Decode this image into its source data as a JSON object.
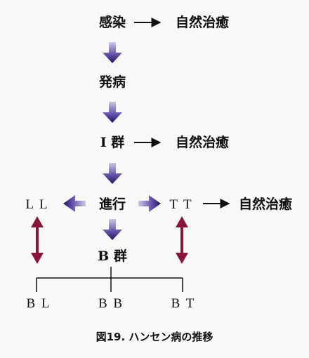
{
  "nodes": {
    "infection": "感染",
    "self_heal_1": "自然治癒",
    "onset": "発病",
    "group_i": "I 群",
    "self_heal_2": "自然治癒",
    "progression": "進行",
    "ll": "L L",
    "tt": "T T",
    "self_heal_3": "自然治癒",
    "group_b": "B 群",
    "bl": "B L",
    "bb": "B B",
    "bt": "B T"
  },
  "caption": "図19. ハンセン病の推移",
  "colors": {
    "progression_arrow_top": "#c8c2e6",
    "progression_arrow_bottom": "#2a1a6a",
    "shift_arrow": "#8b1538",
    "line": "#111111",
    "background": "#f8f8f8"
  }
}
